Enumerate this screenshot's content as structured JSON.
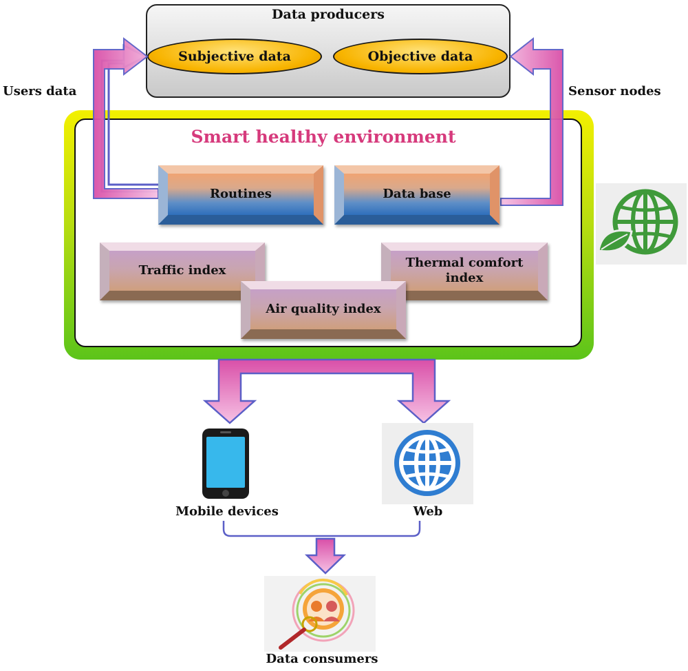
{
  "data_producers": {
    "title": "Data producers",
    "subjective": "Subjective data",
    "objective": "Objective data"
  },
  "side_labels": {
    "users_data": "Users data",
    "sensor_nodes": "Sensor nodes"
  },
  "environment": {
    "title": "Smart healthy environment",
    "routines": "Routines",
    "database": "Data base",
    "traffic": "Traffic index",
    "thermal_line1": "Thermal comfort",
    "thermal_line2": "index",
    "air_quality": "Air quality index"
  },
  "consumers": {
    "mobile": "Mobile devices",
    "web": "Web",
    "data_consumers": "Data consumers"
  },
  "colors": {
    "arrow_fill_top": "#d94fa8",
    "arrow_fill_bottom": "#f6c2e4",
    "arrow_outline": "#5b5fc7",
    "title_pink": "#d63a7c",
    "globe_green": "#3f9a3a",
    "globe_blue": "#2f7dd1"
  }
}
